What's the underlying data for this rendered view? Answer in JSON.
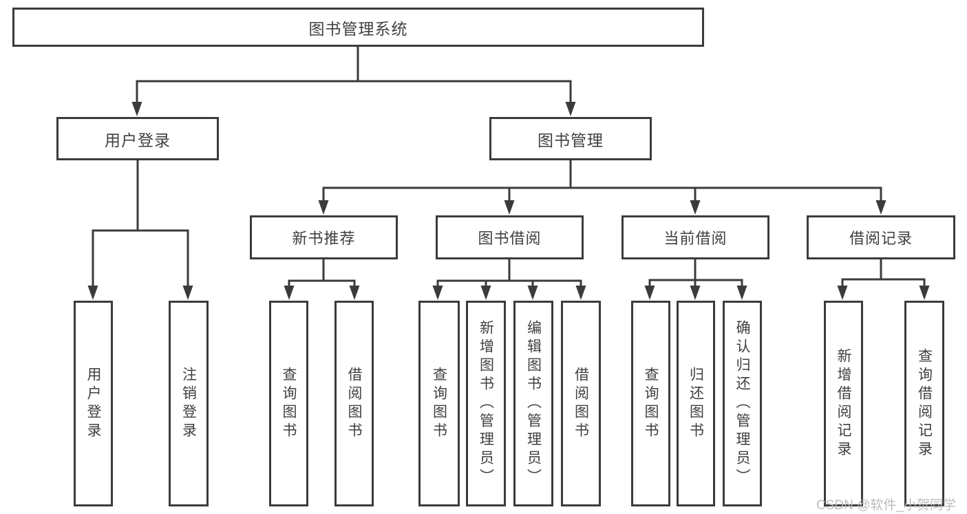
{
  "nodes": {
    "root": "图书管理系统",
    "user_login": "用户登录",
    "book_management": "图书管理",
    "new_book_recommend": "新书推荐",
    "book_borrow": "图书借阅",
    "current_borrow": "当前借阅",
    "borrow_records": "借阅记录",
    "leaves": {
      "user_login": [
        "用户登录",
        "注销登录"
      ],
      "new_book_recommend": [
        "查询图书",
        "借阅图书"
      ],
      "book_borrow": [
        "查询图书",
        "新增图书（管理员）",
        "编辑图书（管理员）",
        "借阅图书"
      ],
      "current_borrow": [
        "查询图书",
        "归还图书",
        "确认归还（管理员）"
      ],
      "borrow_records": [
        "新增借阅记录",
        "查询借阅记录"
      ]
    }
  },
  "watermark": "CSDN @软件_小贺同学",
  "colors": {
    "line": "#3b3b3b",
    "text": "#3f3f3f",
    "watermark": "#bababa",
    "background": "#ffffff"
  }
}
